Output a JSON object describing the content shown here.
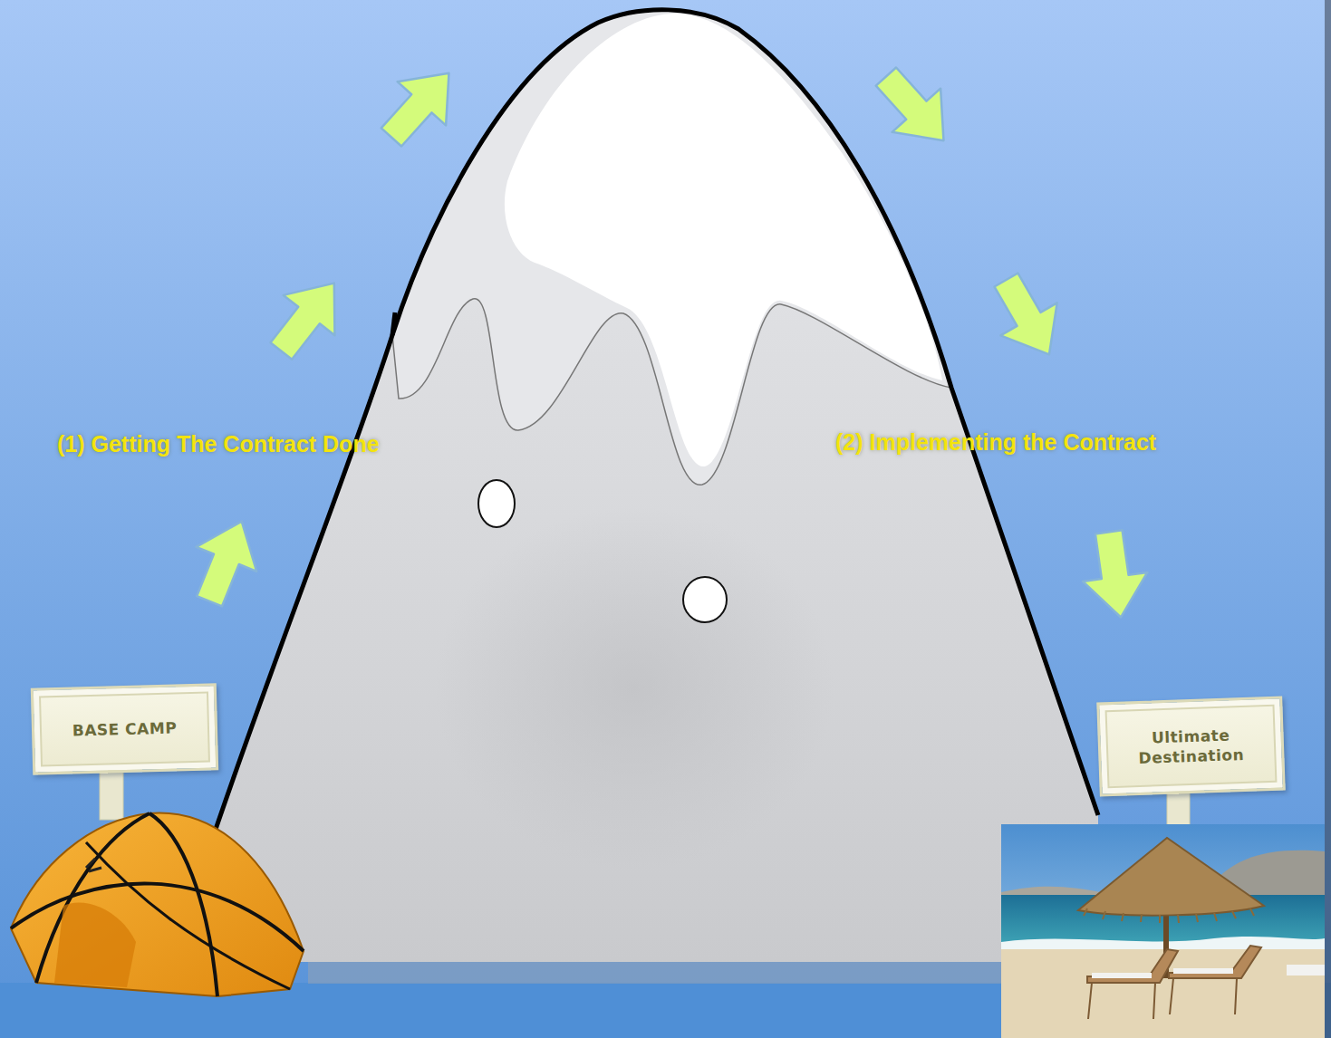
{
  "diagram": {
    "nodes": [
      {
        "text": [
          "BASE CAMP"
        ]
      },
      {
        "text": [
          "Ultimate Destination"
        ]
      }
    ],
    "labels": [
      "(1) Getting The Contract Done",
      "(2) Implementing the Contract"
    ]
  }
}
